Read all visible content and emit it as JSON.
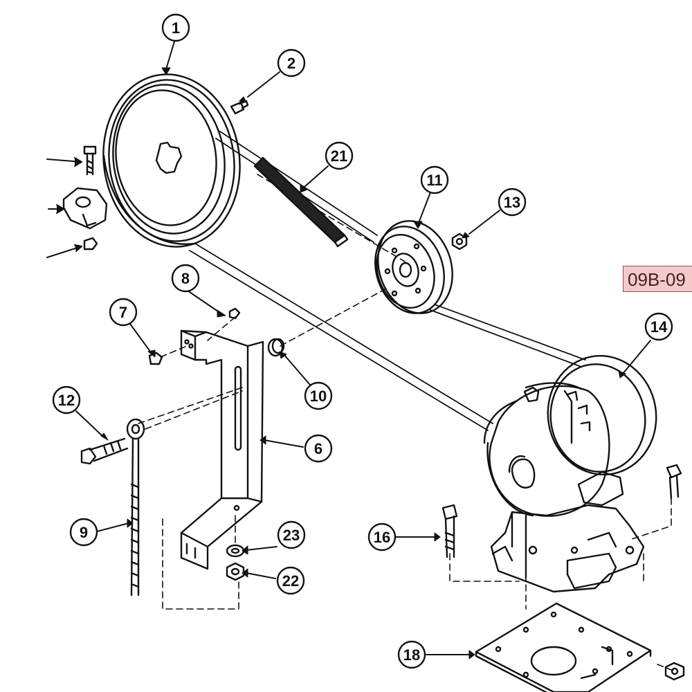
{
  "diagram": {
    "callouts": {
      "c1": "1",
      "c2": "2",
      "c6": "6",
      "c7": "7",
      "c8": "8",
      "c9": "9",
      "c10": "10",
      "c11": "11",
      "c12": "12",
      "c13": "13",
      "c14": "14",
      "c16": "16",
      "c18": "18",
      "c21": "21",
      "c22": "22",
      "c23": "23"
    },
    "reference_label": "09B-09"
  }
}
